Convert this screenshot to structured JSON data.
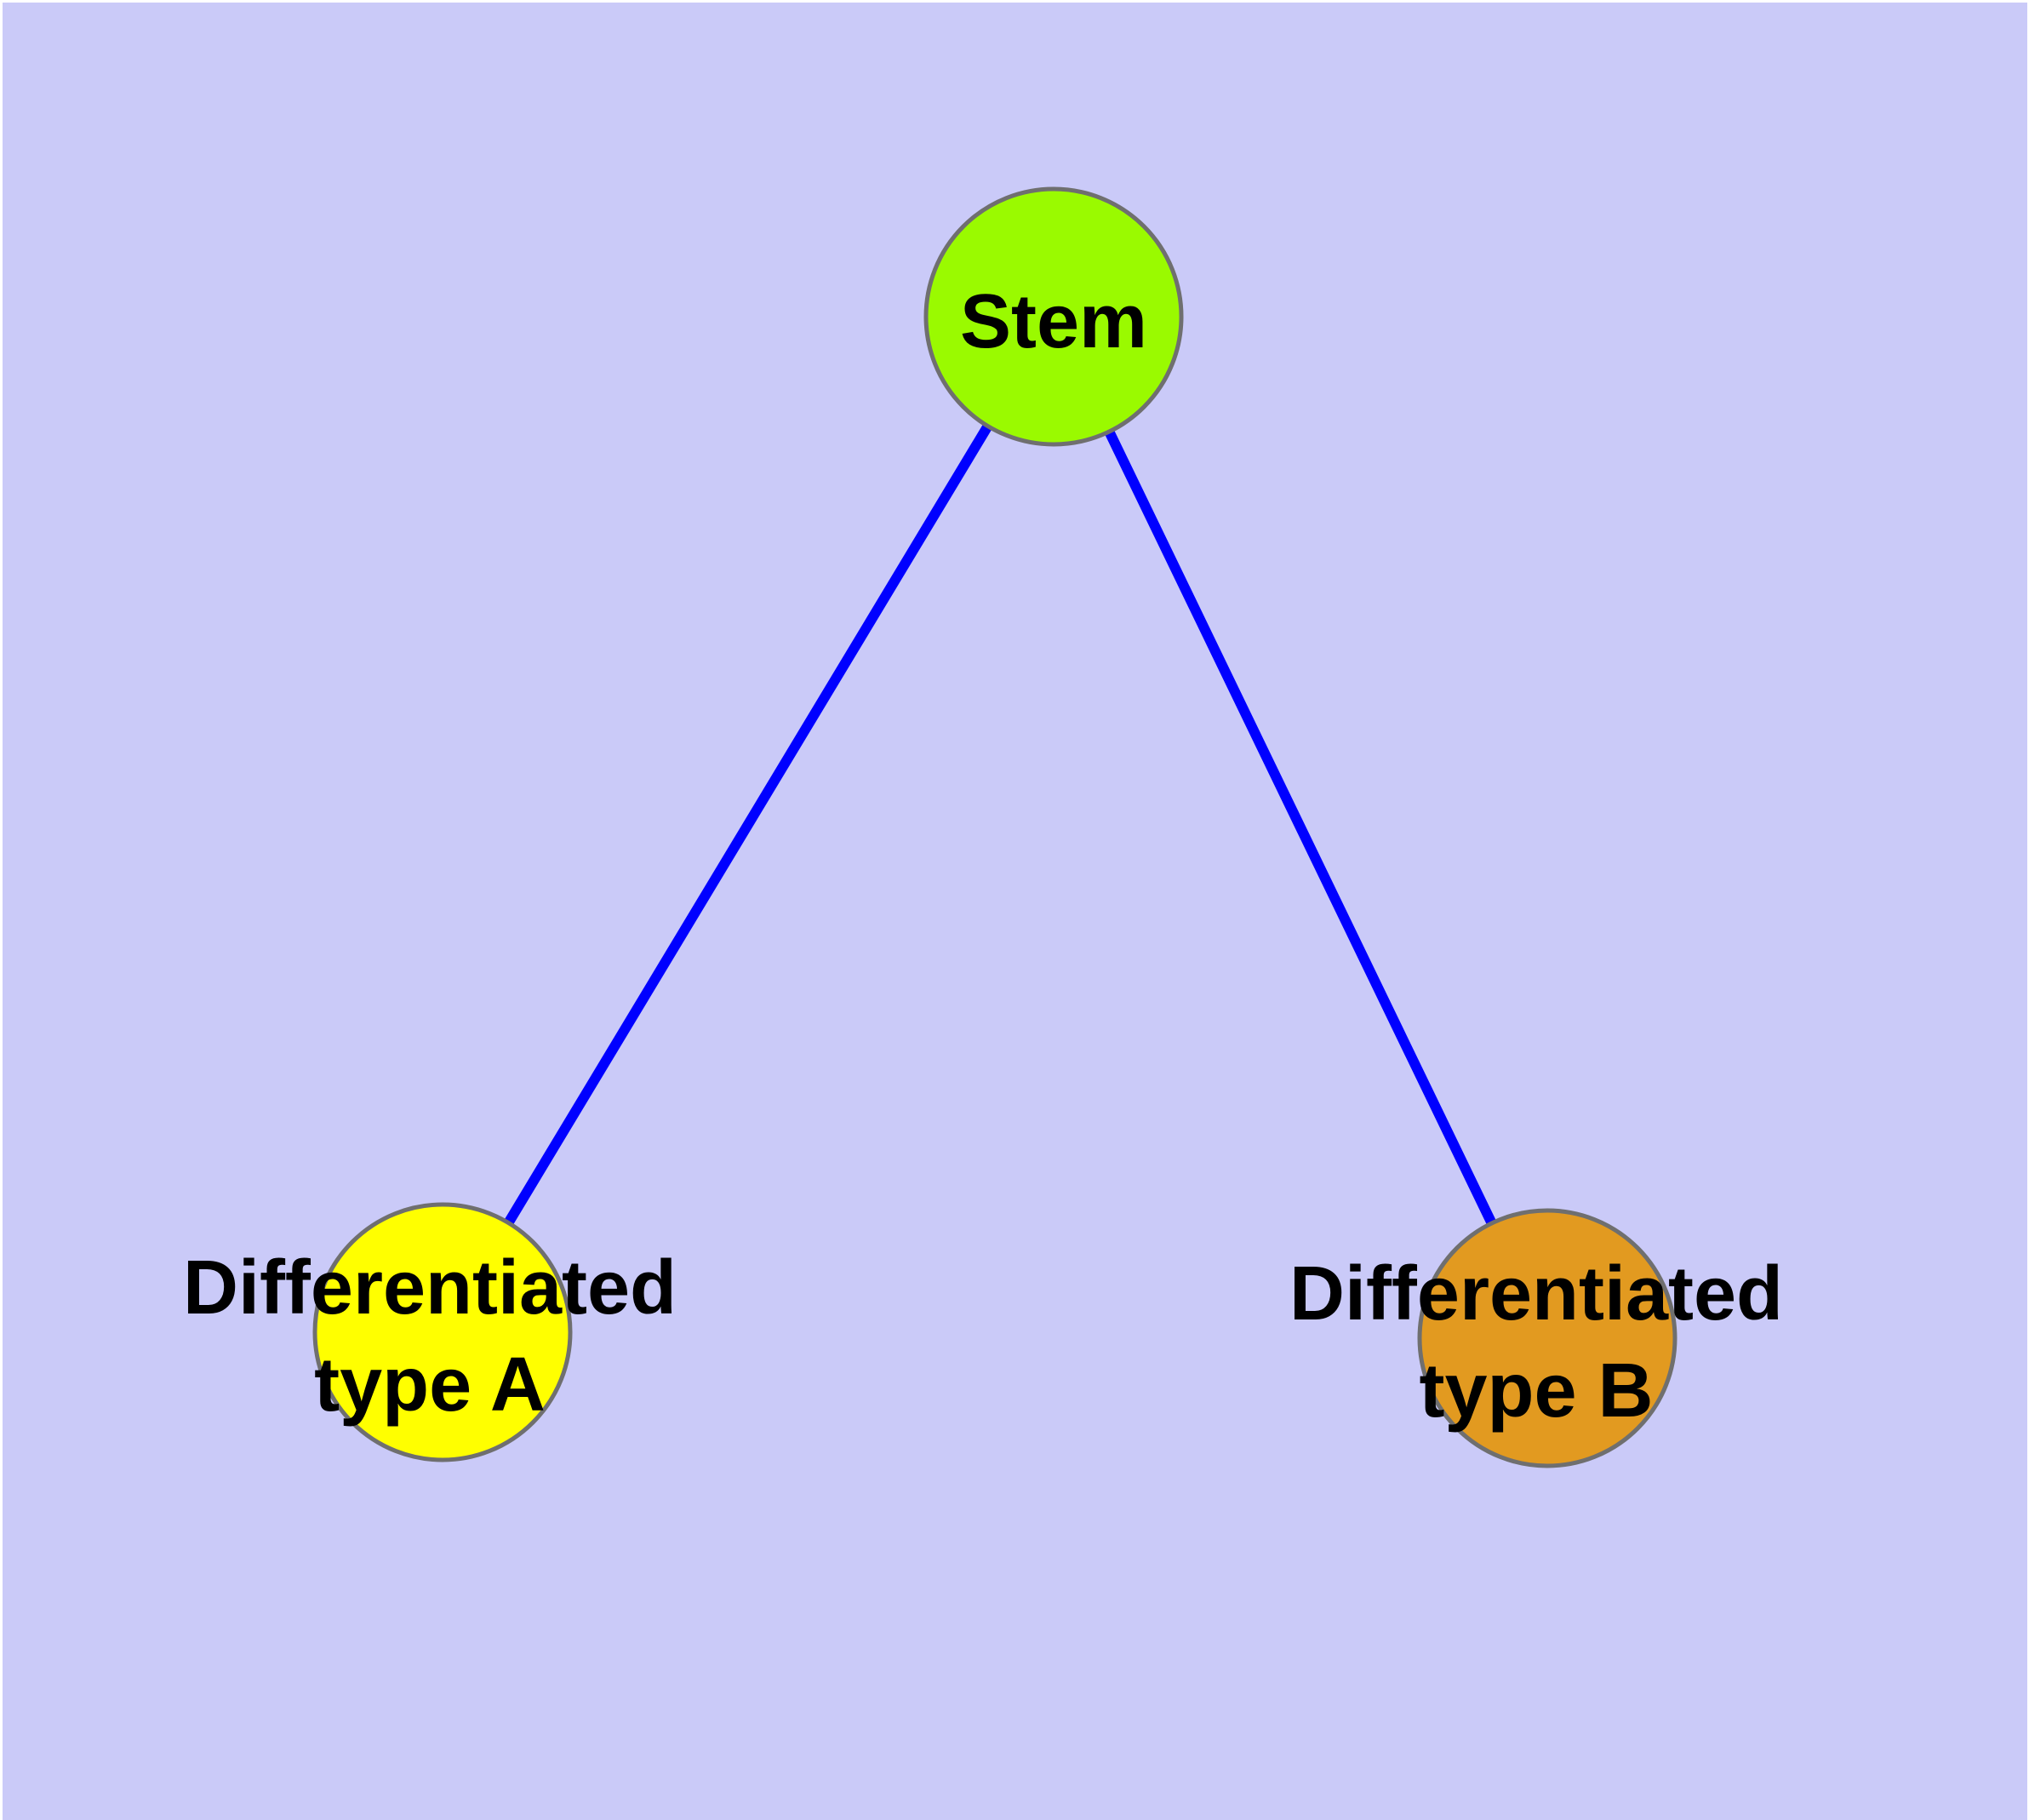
{
  "colors": {
    "page_margin": "#ffffff",
    "panel_background": "#cacaf8",
    "edge": "#0000ff",
    "node_border": "#6f6f6f",
    "label_text": "#000000",
    "stem_fill": "#9afa00",
    "type_a_fill": "#ffff00",
    "type_b_fill": "#e29a20"
  },
  "nodes": {
    "stem": {
      "label": "Stem",
      "fill": "#9afa00"
    },
    "type_a": {
      "label_line1": "Differentiated",
      "label_line2": "type A",
      "fill": "#ffff00"
    },
    "type_b": {
      "label_line1": "Differentiated",
      "label_line2": "type B",
      "fill": "#e29a20"
    }
  },
  "edges": [
    {
      "from": "Stem",
      "to": "Differentiated type A"
    },
    {
      "from": "Stem",
      "to": "Differentiated type B"
    }
  ]
}
